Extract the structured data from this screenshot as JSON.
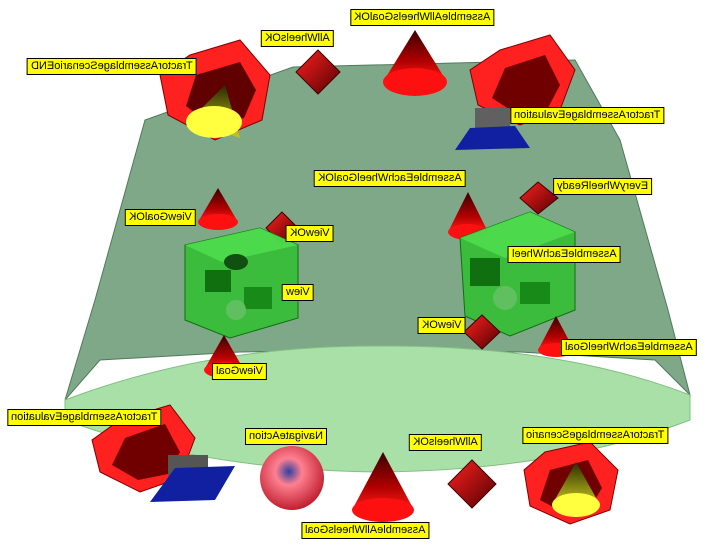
{
  "labels": {
    "tractor_scenario_end": "TractorAssemblageScenarioEND",
    "all_wheels_ok_top": "AllWheelsOK",
    "assemble_all_wheels_goal_ok": "AssembleAllWheelsGoalOK",
    "tractor_evaluation_top": "TractorAssemblageEvaluation",
    "assemble_each_wheel_goal_ok": "AssembleEachWheelGoalOK",
    "every_wheel_ready": "EveryWheelReady",
    "view_goal_ok": "ViewGoalOK",
    "view_ok_left": "ViewOK",
    "view": "View",
    "assemble_each_wheel": "AssembleEachWheel",
    "view_ok_right": "ViewOK",
    "assemble_each_wheel_goal": "AssembleEachWheelGoal",
    "view_goal": "ViewGoal",
    "tractor_evaluation_bottom": "TractorAssemblageEvaluation",
    "navigate_action": "NavigateAction",
    "all_wheels_ok_bottom": "AllWheelsOK",
    "tractor_scenario": "TractorAssemblageScenario",
    "assemble_all_wheels_goal": "AssembleAllWheelsGoal"
  }
}
